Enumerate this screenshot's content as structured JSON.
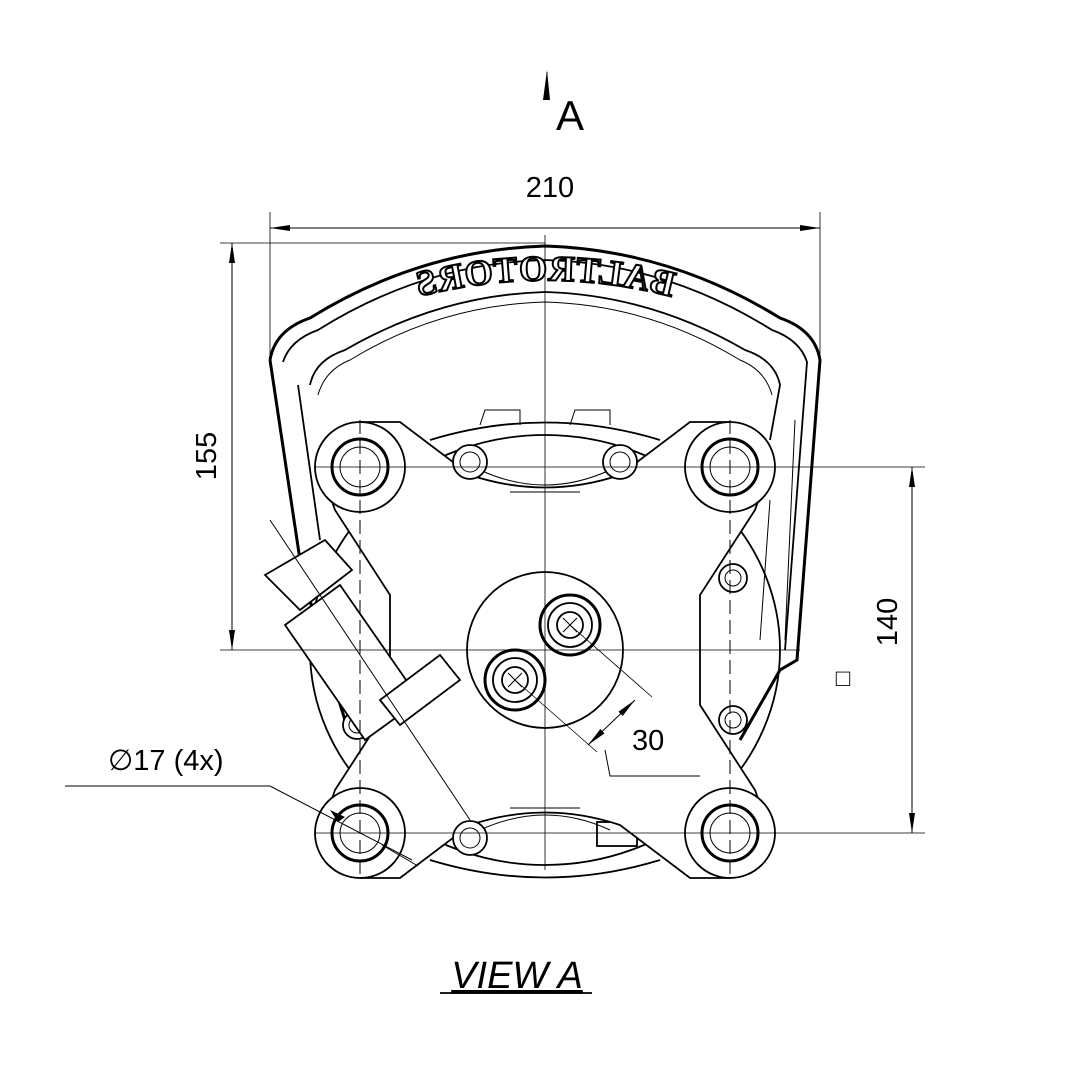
{
  "view_marker": {
    "letter": "A"
  },
  "dimensions": {
    "width": "210",
    "height_left": "155",
    "bolt_spacing": "140",
    "angle": "30",
    "hole": "∅17 (4x)",
    "square_symbol": "□"
  },
  "logo": {
    "text": "BALTROTORS"
  },
  "caption": "VIEW A"
}
